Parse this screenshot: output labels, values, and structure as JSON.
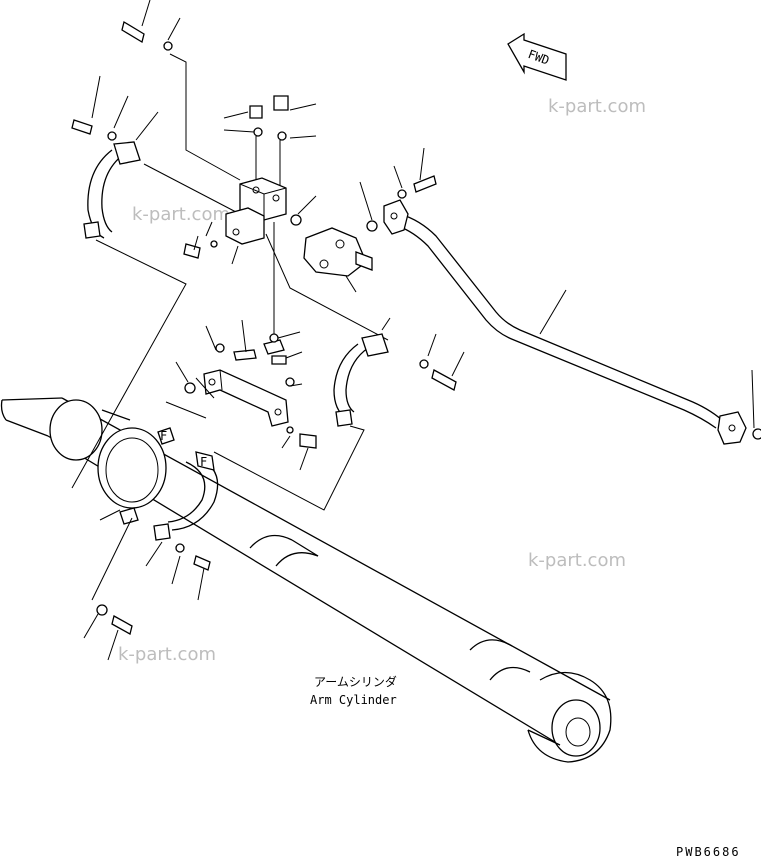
{
  "watermark": "k-part.com",
  "fwd_label": "FWD",
  "cylinder_label_jp": "アームシリンダ",
  "cylinder_label_en": "Arm Cylinder",
  "drawing_code": "PWB6686",
  "clamp_mark": "F"
}
